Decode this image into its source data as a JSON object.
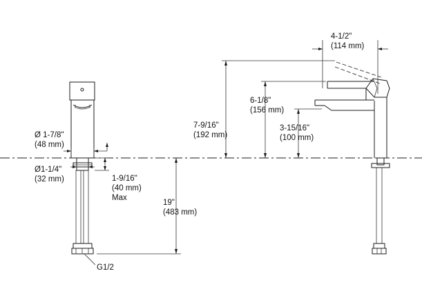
{
  "labels": {
    "spout_diameter": "Ø 1-7/8\"",
    "spout_diameter_mm": "(48 mm)",
    "shank_diameter": "Ø1-1/4\"",
    "shank_diameter_mm": "(32 mm)",
    "deck_thickness": "1-9/16\"",
    "deck_thickness_mm": "(40 mm)",
    "deck_thickness_note": "Max",
    "hose_length": "19\"",
    "hose_length_mm": "(483 mm)",
    "connection": "G1/2",
    "total_height": "7-9/16\"",
    "total_height_mm": "(192 mm)",
    "spout_height": "6-1/8\"",
    "spout_height_mm": "(156 mm)",
    "outlet_height": "3-15/16\"",
    "outlet_height_mm": "(100 mm)",
    "reach": "4-1/2\"",
    "reach_mm": "(114 mm)"
  },
  "colors": {
    "line": "#1a1a1a",
    "background": "#ffffff"
  }
}
